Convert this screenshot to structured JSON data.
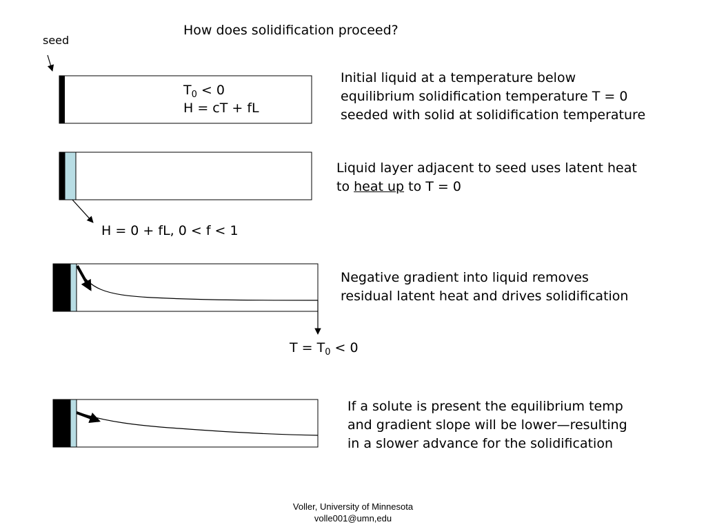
{
  "title": "How does solidification proceed?",
  "seed_label": "seed",
  "stage1": {
    "eq_t0_main": "T",
    "eq_t0_sub": "0",
    "eq_t0_rest": " < 0",
    "eq_h": "H = cT + fL",
    "description": [
      "Initial liquid at a temperature below",
      "equilibrium solidification temperature T = 0",
      "seeded with solid at solidification temperature"
    ]
  },
  "stage2": {
    "description_line1": "Liquid layer adjacent to seed uses latent heat",
    "description_line2_pre": "to ",
    "description_line2_underlined": "heat up",
    "description_line2_post": " to T = 0",
    "enthalpy_label": "H = 0 + fL,  0 < f < 1"
  },
  "stage3": {
    "description": [
      "Negative gradient into liquid removes",
      "residual latent heat and drives solidification"
    ],
    "temp_label_main": "T = T",
    "temp_label_sub": "0",
    "temp_label_rest": " < 0"
  },
  "stage4": {
    "description": [
      "If a solute is present the equilibrium temp",
      "and gradient slope will be lower—resulting",
      "in a slower advance for the solidification"
    ]
  },
  "footer": {
    "line1": "Voller, University of Minnesota",
    "line2": "volle001@umn,edu"
  },
  "colors": {
    "solid": "#000000",
    "liquid_layer": "#b8dde4",
    "outline": "#000000"
  }
}
